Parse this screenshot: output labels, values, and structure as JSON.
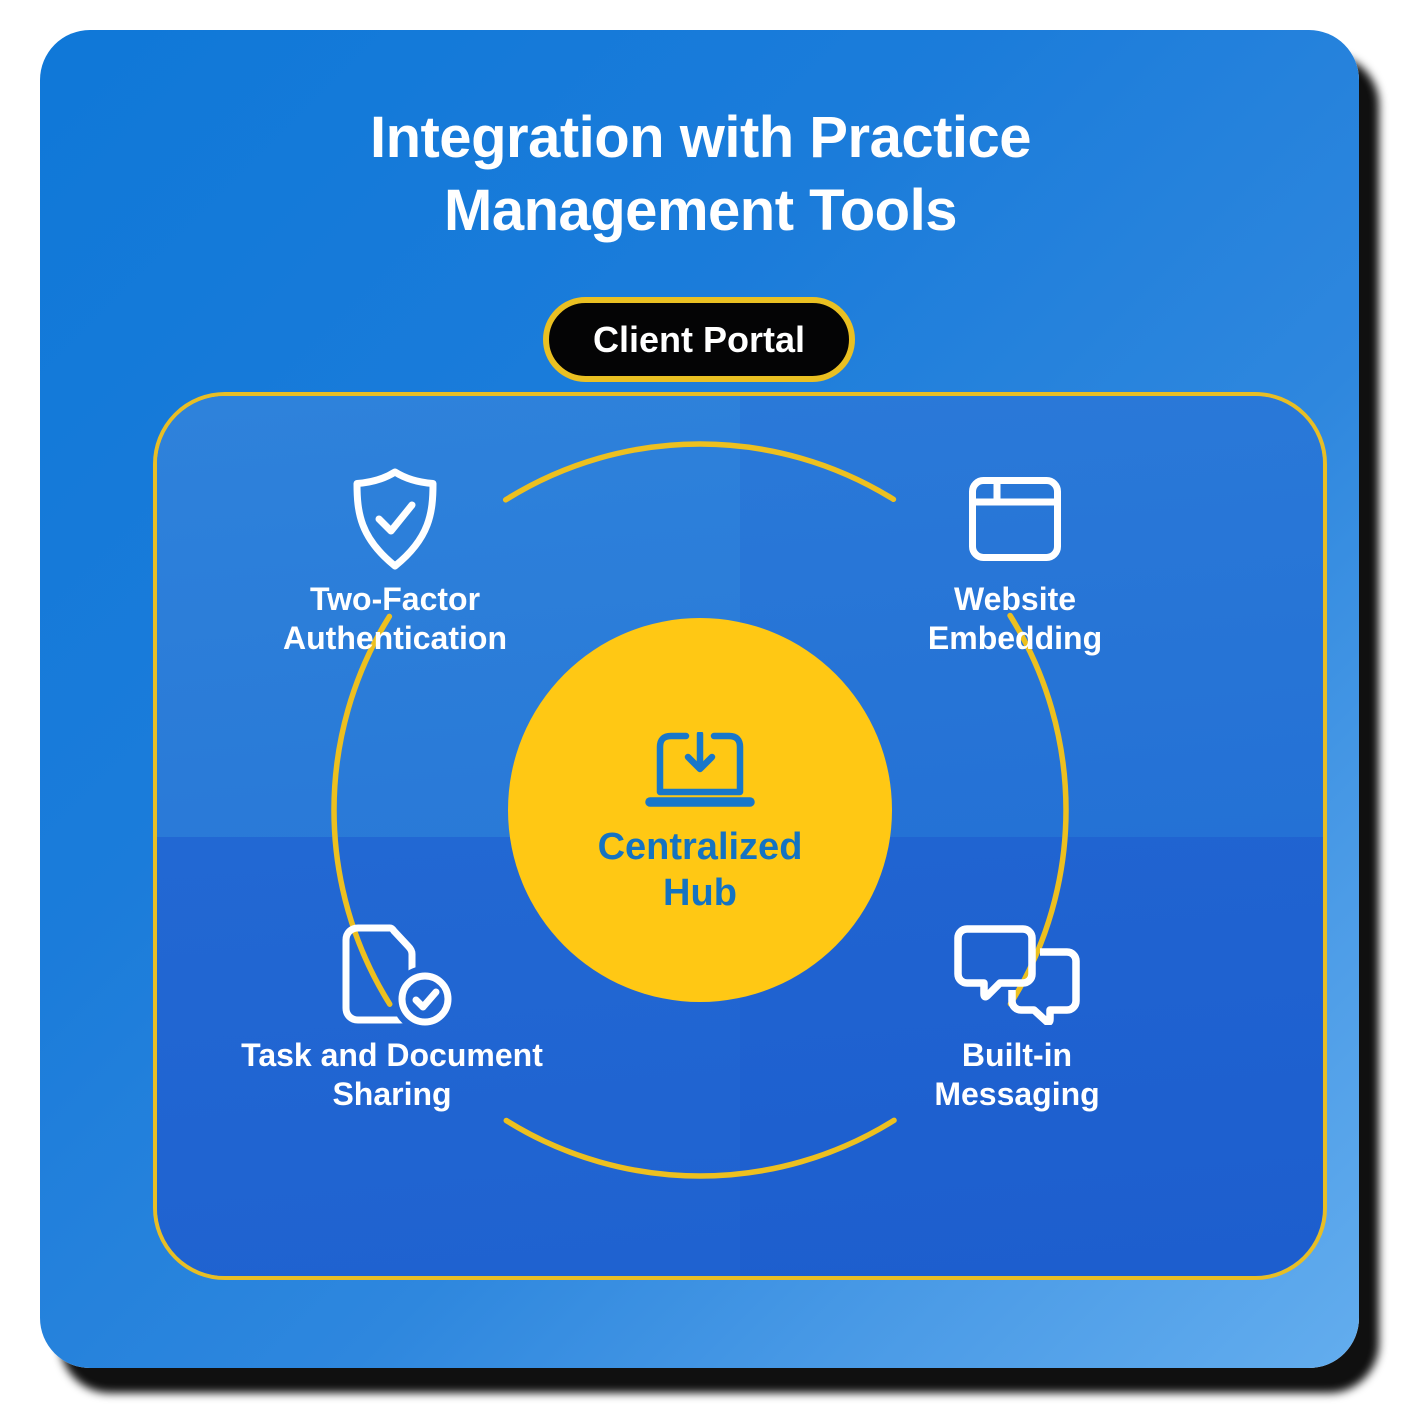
{
  "infographic": {
    "title_line1": "Integration with Practice",
    "title_line2": "Management Tools",
    "badge_label": "Client Portal",
    "hub": {
      "icon": "laptop-download-icon",
      "label_line1": "Centralized",
      "label_line2": "Hub"
    },
    "features": [
      {
        "position": "top-left",
        "icon": "shield-check-icon",
        "label_line1": "Two-Factor",
        "label_line2": "Authentication"
      },
      {
        "position": "top-right",
        "icon": "browser-window-icon",
        "label_line1": "Website",
        "label_line2": "Embedding"
      },
      {
        "position": "bottom-left",
        "icon": "document-check-icon",
        "label_line1": "Task and Document",
        "label_line2": "Sharing"
      },
      {
        "position": "bottom-right",
        "icon": "chat-bubbles-icon",
        "label_line1": "Built-in",
        "label_line2": "Messaging"
      }
    ],
    "colors": {
      "card_blue_top": "#0F78D8",
      "card_blue_bottom": "#63ADEE",
      "panel_blue": "#2574D7",
      "accent_yellow": "#E8BE25",
      "hub_yellow": "#FFC814",
      "hub_text_blue": "#1473C2",
      "badge_black": "#040405",
      "text_white": "#FFFFFF"
    }
  }
}
